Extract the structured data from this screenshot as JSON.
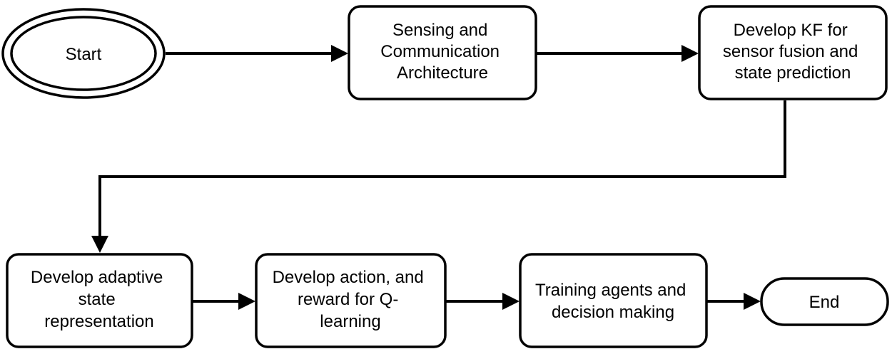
{
  "diagram": {
    "nodes": {
      "start": {
        "lines": [
          "Start"
        ]
      },
      "sensing": {
        "lines": [
          "Sensing and",
          "Communication",
          "Architecture"
        ]
      },
      "kf": {
        "lines": [
          "Develop KF for",
          "sensor fusion and",
          "state prediction"
        ]
      },
      "adaptive": {
        "lines": [
          "Develop adaptive",
          "state",
          "representation"
        ]
      },
      "action": {
        "lines": [
          "Develop action, and",
          "reward for Q-",
          "learning"
        ]
      },
      "training": {
        "lines": [
          "Training agents and",
          "decision making"
        ]
      },
      "end": {
        "lines": [
          "End"
        ]
      }
    },
    "colors": {
      "stroke": "#000000",
      "fill": "#ffffff",
      "text": "#000000"
    }
  }
}
